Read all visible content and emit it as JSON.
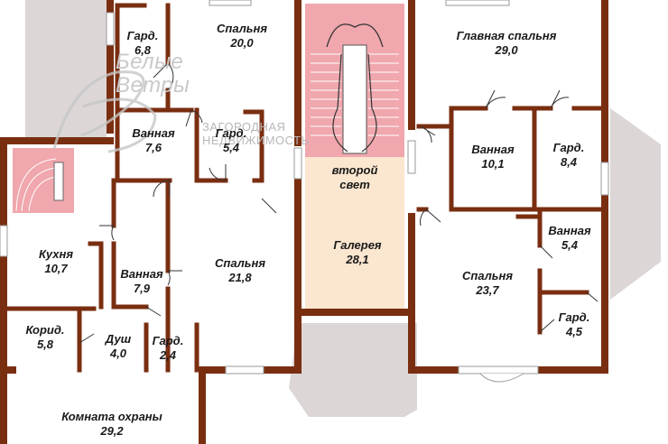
{
  "rooms": [
    {
      "id": "gard-1",
      "name": "Гард.",
      "area": "6,8"
    },
    {
      "id": "spalnya-1",
      "name": "Спальня",
      "area": "20,0"
    },
    {
      "id": "glavnaya-spalnya",
      "name": "Главная спальня",
      "area": "29,0"
    },
    {
      "id": "vannaya-1",
      "name": "Ванная",
      "area": "7,6"
    },
    {
      "id": "gard-2",
      "name": "Гард.",
      "area": "5,4"
    },
    {
      "id": "vannaya-2",
      "name": "Ванная",
      "area": "10,1"
    },
    {
      "id": "gard-3",
      "name": "Гард.",
      "area": "8,4"
    },
    {
      "id": "kuhnya",
      "name": "Кухня",
      "area": "10,7"
    },
    {
      "id": "vannaya-3",
      "name": "Ванная",
      "area": "7,9"
    },
    {
      "id": "spalnya-2",
      "name": "Спальня",
      "area": "21,8"
    },
    {
      "id": "galereya",
      "name": "Галерея",
      "area": "28,1"
    },
    {
      "id": "spalnya-3",
      "name": "Спальня",
      "area": "23,7"
    },
    {
      "id": "vannaya-4",
      "name": "Ванная",
      "area": "5,4"
    },
    {
      "id": "gard-4",
      "name": "Гард.",
      "area": "4,5"
    },
    {
      "id": "korid",
      "name": "Корид.",
      "area": "5,8"
    },
    {
      "id": "dush",
      "name": "Душ",
      "area": "4,0"
    },
    {
      "id": "gard-5",
      "name": "Гард.",
      "area": "2,4"
    },
    {
      "id": "komnata-ohrany",
      "name": "Комната охраны",
      "area": "29,2"
    }
  ],
  "second_light": {
    "line1": "второй",
    "line2": "свет"
  },
  "watermark": {
    "logo_line1": "Белые",
    "logo_line2": "Ветры",
    "line1": "ЗАГОРОДНАЯ",
    "line2": "НЕДВИЖИМОСТЬ"
  },
  "colors": {
    "wall": "#7a2e10",
    "stairs": "#f0a7ad",
    "gallery": "#fbe6cf",
    "terrace": "#dcd6d6",
    "window": "#bfbfbf"
  }
}
